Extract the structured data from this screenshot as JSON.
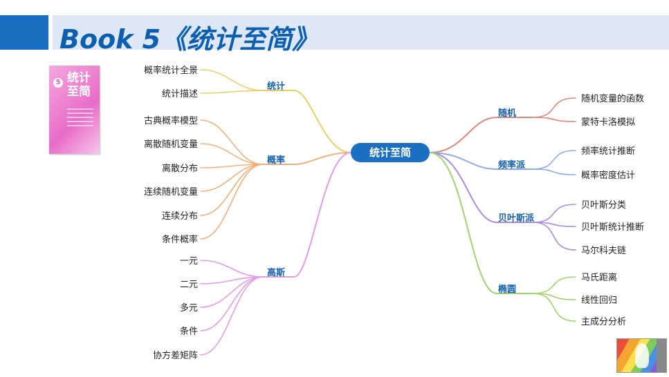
{
  "header": {
    "title": "Book 5《统计至简》"
  },
  "book_cover": {
    "number": "5",
    "title": "统计至简"
  },
  "colors": {
    "accent": "#1a6fc2",
    "title_bar": "#dde8f4"
  },
  "mindmap": {
    "root": "统计至简",
    "left_branches": [
      {
        "label": "统计",
        "color": "#e8d060",
        "children": [
          "概率统计全景",
          "统计描述"
        ]
      },
      {
        "label": "概率",
        "color": "#f0b07a",
        "children": [
          "古典概率模型",
          "离散随机变量",
          "离散分布",
          "连续随机变量",
          "连续分布",
          "条件概率"
        ]
      },
      {
        "label": "高斯",
        "color": "#e49ce6",
        "children": [
          "一元",
          "二元",
          "多元",
          "条件",
          "协方差矩阵"
        ]
      }
    ],
    "right_branches": [
      {
        "label": "随机",
        "color": "#e0857e",
        "children": [
          "随机变量的函数",
          "蒙特卡洛模拟"
        ]
      },
      {
        "label": "频率派",
        "color": "#8fa8e8",
        "children": [
          "频率统计推断",
          "概率密度估计"
        ]
      },
      {
        "label": "贝叶斯派",
        "color": "#a98ae8",
        "children": [
          "贝叶斯分类",
          "贝叶斯统计推断",
          "马尔科夫链"
        ]
      },
      {
        "label": "椭圆",
        "color": "#9fd46a",
        "children": [
          "马氏距离",
          "线性回归",
          "主成分分析"
        ]
      }
    ]
  }
}
